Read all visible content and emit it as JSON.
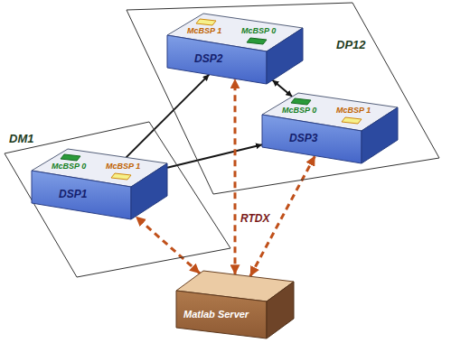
{
  "diagram": {
    "nodes": [
      {
        "text": [
          "DM1"
        ]
      },
      {
        "text": [
          "DSP1",
          "McBSP 0",
          "McBSP 1"
        ],
        "in": 0
      },
      {
        "text": [
          "DP12"
        ]
      },
      {
        "text": [
          "DSP2",
          "McBSP 1",
          "McBSP 0"
        ],
        "in": 2
      },
      {
        "text": [
          "DSP3",
          "McBSP 0",
          "McBSP 1"
        ],
        "in": 2
      },
      {
        "text": [
          "Matlab Server"
        ]
      }
    ],
    "edges": [
      {
        "from": 1,
        "to": 3,
        "arrow": "to"
      },
      {
        "from": 1,
        "to": 4,
        "arrow": "to"
      },
      {
        "from": 3,
        "to": 4,
        "arrow": "both"
      },
      {
        "from": 5,
        "to": 1,
        "arrow": "both"
      },
      {
        "from": 5,
        "to": 3,
        "arrow": "both"
      },
      {
        "from": 5,
        "to": 4,
        "arrow": "both"
      }
    ],
    "labels": [
      "RTDX"
    ]
  }
}
